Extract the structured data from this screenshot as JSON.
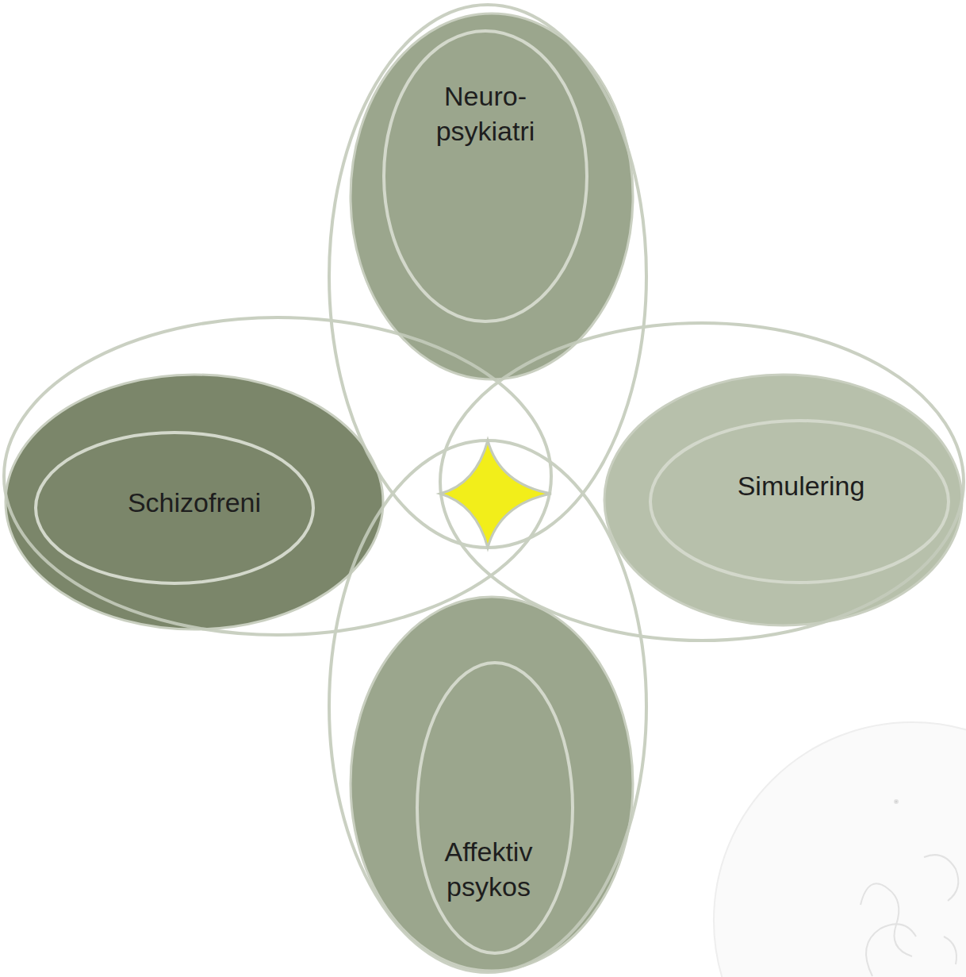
{
  "diagram": {
    "nodes": [
      {
        "text": [
          "Neuro- psykiatri"
        ]
      },
      {
        "text": [
          "Schizofreni"
        ]
      },
      {
        "text": [
          "Simulering"
        ]
      },
      {
        "text": [
          "Affektiv psykos"
        ]
      }
    ]
  }
}
